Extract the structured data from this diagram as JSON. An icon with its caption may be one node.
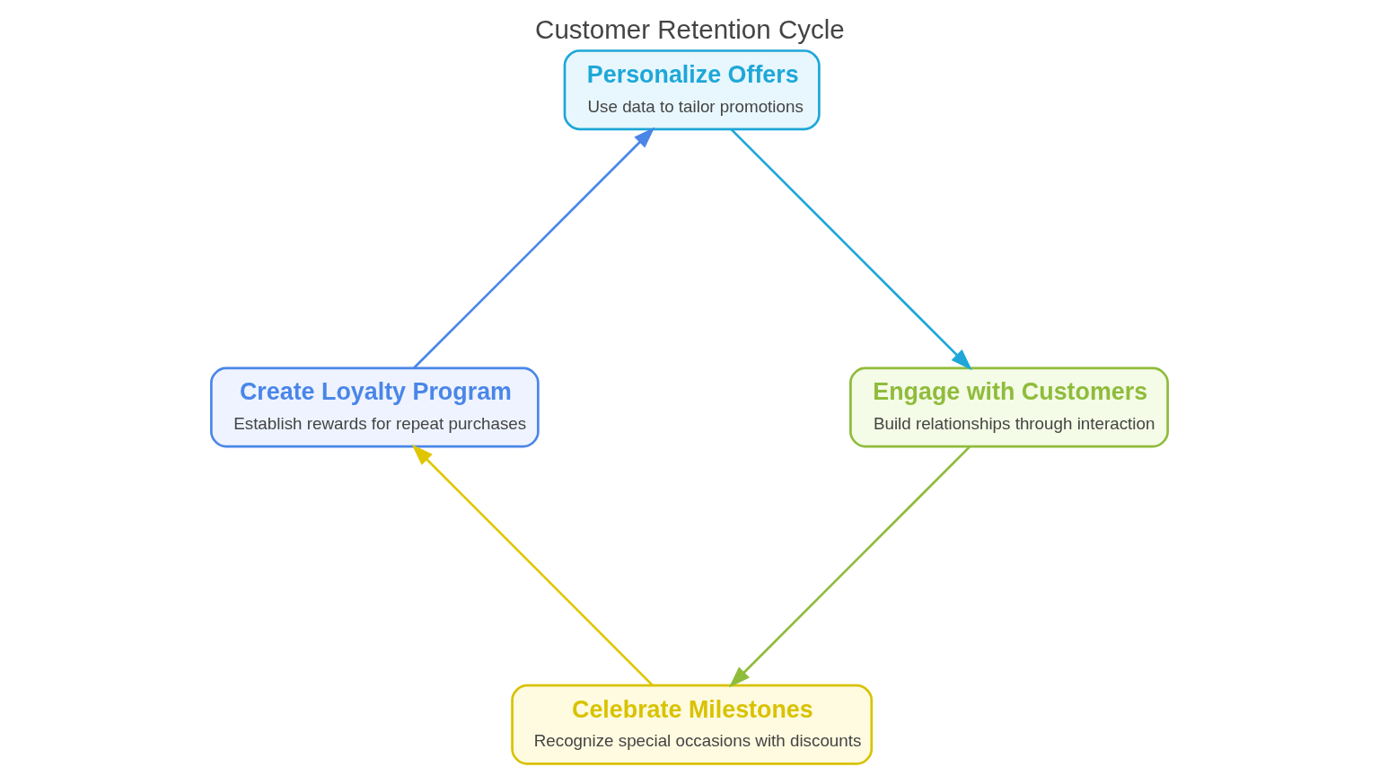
{
  "diagram": {
    "title": "Customer Retention Cycle",
    "nodes": [
      {
        "text": [
          "Celebrate Milestones",
          "Recognize special occasions with discounts"
        ]
      },
      {
        "text": [
          "Create Loyalty Program",
          "Establish rewards for repeat purchases"
        ]
      },
      {
        "text": [
          "Engage with Customers",
          "Build relationships through interaction"
        ]
      },
      {
        "text": [
          "Personalize Offers",
          "Use data to tailor promotions"
        ]
      }
    ],
    "edges": [
      {
        "from": 0,
        "to": 1,
        "arrow": "to",
        "color": "#e0c600"
      },
      {
        "from": 1,
        "to": 3,
        "arrow": "to",
        "color": "#4a86e8"
      },
      {
        "from": 3,
        "to": 2,
        "arrow": "to",
        "color": "#1ea7d8"
      },
      {
        "from": 2,
        "to": 0,
        "arrow": "to",
        "color": "#8fbc3b"
      }
    ]
  }
}
